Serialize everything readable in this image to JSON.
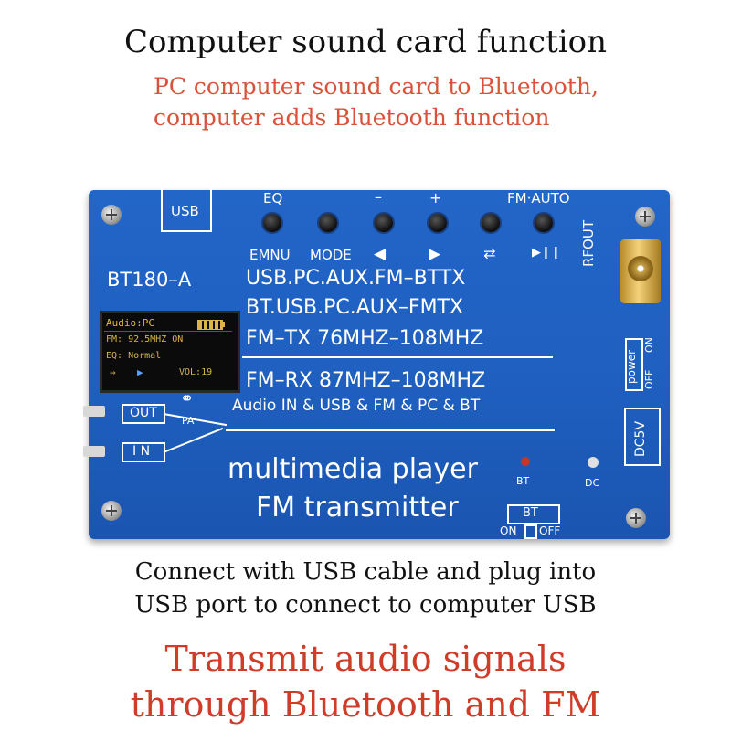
{
  "header": {
    "title": "Computer sound card function",
    "subtitle_line1": "PC computer sound card to Bluetooth,",
    "subtitle_line2": "computer adds Bluetooth function"
  },
  "board": {
    "usb_label": "USB",
    "model": "BT180–A",
    "top_labels": {
      "eq": "EQ",
      "minus": "–",
      "plus": "+",
      "fm_auto": "FM·AUTO"
    },
    "bottom_labels": {
      "emnu": "EMNU",
      "mode": "MODE",
      "prev": "◀",
      "next": "▶",
      "repeat": "⇅",
      "playpause": "▶❙❙"
    },
    "spec_lines": [
      "USB.PC.AUX.FM–BTTX",
      "BT.USB.PC.AUX–FMTX",
      "FM–TX  76MHZ–108MHZ",
      "FM–RX  87MHZ–108MHZ",
      "Audio  IN & USB &  FM & PC & BT"
    ],
    "screen": {
      "line1": "Audio:PC",
      "line2": "FM: 92.5MHZ ON",
      "line3": "EQ: Normal",
      "line4_arrow": "⇒",
      "line4_play": "▶",
      "line4_vol": "VOL:19"
    },
    "ports": {
      "out": "OUT",
      "in": "I N",
      "pa": "PA",
      "headphones_icon": "headphones-icon"
    },
    "product_line1": "multimedia player",
    "product_line2": "FM transmitter",
    "led_bt": "BT",
    "led_dc": "DC",
    "bt_switch": {
      "label": "BT",
      "on": "ON",
      "off": "OFF"
    },
    "rf_label": "RFOUT",
    "power_switch": {
      "label": "power",
      "off": "OFF",
      "on": "ON"
    },
    "dc_label": "DC5V",
    "colors": {
      "board": "#1f5fbf",
      "screen_text": "#d9b54a",
      "led_bt": "#c0392b"
    }
  },
  "footer": {
    "connect_line1": "Connect with USB cable and plug into",
    "connect_line2": "USB port to connect to computer USB",
    "transmit_line1": "Transmit audio signals",
    "transmit_line2": "through Bluetooth and FM"
  }
}
